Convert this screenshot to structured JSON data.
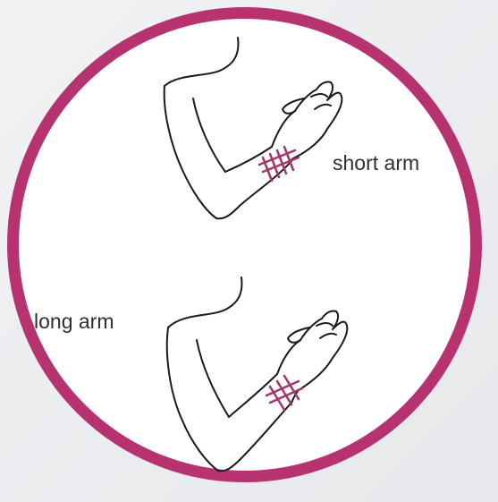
{
  "labels": {
    "short_arm": "short arm",
    "long_arm": "long arm"
  },
  "colors": {
    "ring": "#b7336f",
    "bracelet": "#a3366a",
    "line": "#1a1a1a",
    "background": "#e9ebee",
    "inner": "#ffffff"
  },
  "figures": [
    {
      "name": "short-arm-figure",
      "sleeve": "short"
    },
    {
      "name": "long-arm-figure",
      "sleeve": "long"
    }
  ]
}
